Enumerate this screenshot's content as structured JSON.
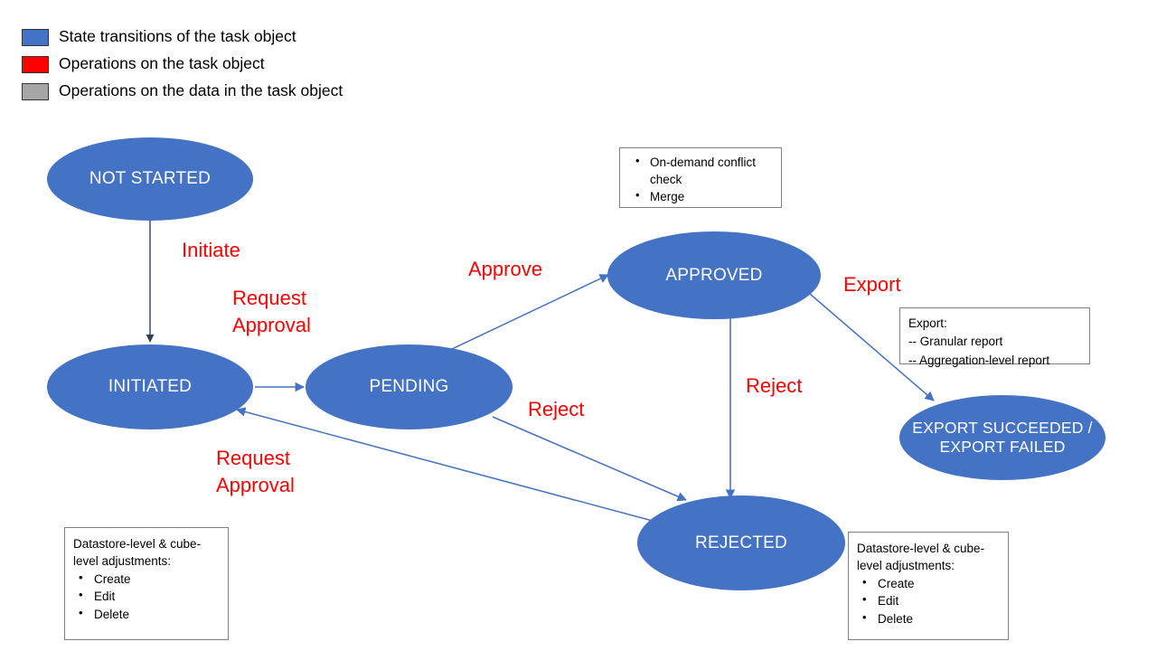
{
  "legend": {
    "items": [
      {
        "color": "#4472C4",
        "label": "State transitions of the task object",
        "icon": "blue-swatch"
      },
      {
        "color": "#FF0000",
        "label": "Operations on the task object",
        "icon": "red-swatch"
      },
      {
        "color": "#A6A6A6",
        "label": "Operations on the data in the task object",
        "icon": "gray-swatch"
      }
    ]
  },
  "colors": {
    "state_fill": "#4472C4",
    "state_text": "#FFFFFF",
    "transition_label": "#FF0000",
    "arrow_blue": "#4472C4",
    "arrow_dark": "#2E4057",
    "note_border": "#7F7F7F",
    "note_text": "#000000"
  },
  "states": [
    {
      "id": "not-started",
      "label": "NOT STARTED"
    },
    {
      "id": "initiated",
      "label": "INITIATED"
    },
    {
      "id": "pending",
      "label": "PENDING"
    },
    {
      "id": "approved",
      "label": "APPROVED"
    },
    {
      "id": "rejected",
      "label": "REJECTED"
    },
    {
      "id": "export",
      "label": "EXPORT\nSUCCEEDED /\nEXPORT FAILED"
    }
  ],
  "transitions": [
    {
      "id": "initiate",
      "label": "Initiate",
      "from": "not-started",
      "to": "initiated"
    },
    {
      "id": "request-approval-1",
      "label": "Request\nApproval",
      "from": "initiated",
      "to": "pending"
    },
    {
      "id": "approve",
      "label": "Approve",
      "from": "pending",
      "to": "approved"
    },
    {
      "id": "export",
      "label": "Export",
      "from": "approved",
      "to": "export"
    },
    {
      "id": "reject-pending",
      "label": "Reject",
      "from": "pending",
      "to": "rejected"
    },
    {
      "id": "reject-approved",
      "label": "Reject",
      "from": "approved",
      "to": "rejected"
    },
    {
      "id": "request-approval-2",
      "label": "Request\nApproval",
      "from": "rejected",
      "to": "initiated"
    }
  ],
  "notes": {
    "approved_ops": {
      "id": "approved-operations",
      "items": [
        "On-demand conflict check",
        "Merge"
      ]
    },
    "export_detail": {
      "id": "export-detail",
      "text": "Export:\n-- Granular report\n-- Aggregation-level report"
    },
    "left_adjust": {
      "id": "initiated-adjustments",
      "heading": "Datastore-level  & cube-level adjustments:",
      "items": [
        "Create",
        "Edit",
        "Delete"
      ]
    },
    "right_adjust": {
      "id": "rejected-adjustments",
      "heading": "Datastore-level  & cube-level adjustments:",
      "items": [
        "Create",
        "Edit",
        "Delete"
      ]
    }
  }
}
